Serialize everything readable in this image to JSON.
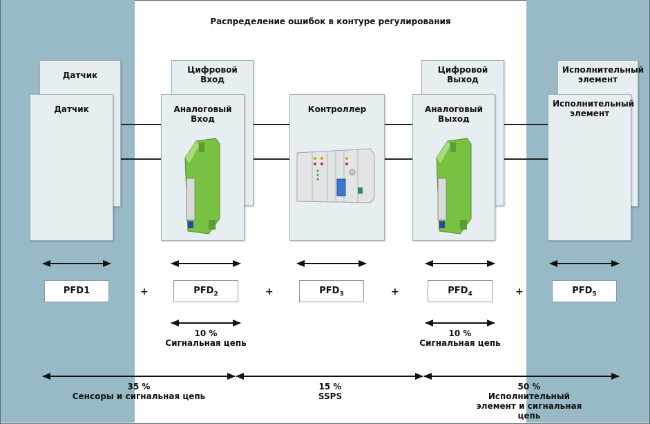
{
  "title": "Распределение ошибок в контуре регулирования",
  "components": [
    {
      "back": "Датчик",
      "front": "Датчик"
    },
    {
      "back": "Цифровой Вход",
      "front": "Аналоговый Вход"
    },
    {
      "back": "",
      "front": "Контроллер"
    },
    {
      "back": "Цифровой Выход",
      "front": "Аналоговый Выход"
    },
    {
      "back": "Исполнительный элемент",
      "front": "Исполнительный элемент"
    }
  ],
  "pfd": [
    {
      "base": "PFD1",
      "sub": ""
    },
    {
      "base": "PFD",
      "sub": "2"
    },
    {
      "base": "PFD",
      "sub": "3"
    },
    {
      "base": "PFD",
      "sub": "4"
    },
    {
      "base": "PFD",
      "sub": "5"
    }
  ],
  "plus": "+",
  "signal_chain_left": {
    "percent": "10 %",
    "label": "Сигнальная цепь"
  },
  "signal_chain_right": {
    "percent": "10 %",
    "label": "Сигнальная цепь"
  },
  "sensors": {
    "percent": "35 %",
    "label": "Сенсоры и сигнальная цепь"
  },
  "ssps": {
    "percent": "15 %",
    "label": "SSPS"
  },
  "actuator": {
    "percent": "50 %",
    "label": "Исполнительный элемент и сигнальная цепь"
  },
  "colors": {
    "band": "#97bac6",
    "box": "#e7eef1",
    "device_green": "#79c143"
  }
}
